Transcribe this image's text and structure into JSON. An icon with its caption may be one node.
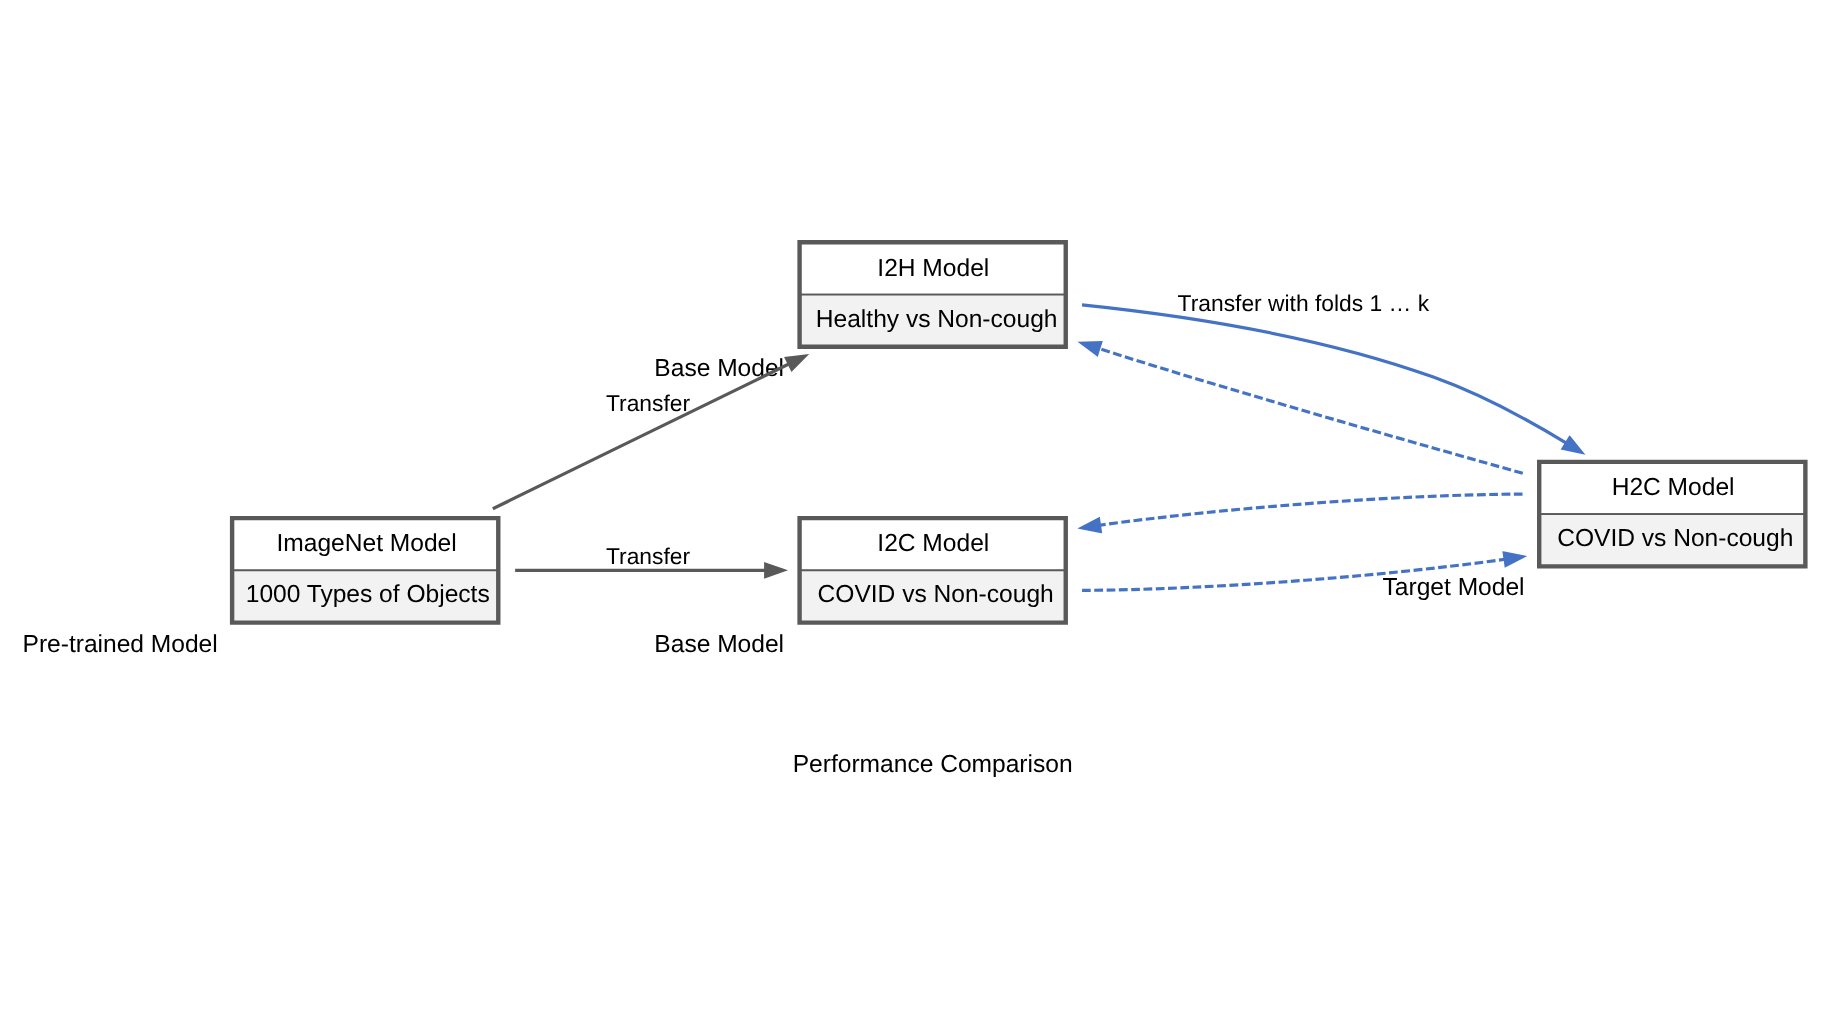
{
  "diagram": {
    "nodes": [
      {
        "text": [
          "ImageNet Model",
          "1000 Types of Objects"
        ],
        "beside": [
          "Pre-trained Model"
        ]
      },
      {
        "text": [
          "I2H Model",
          "Healthy vs Non-cough"
        ],
        "beside": [
          "Base Model"
        ]
      },
      {
        "text": [
          "H2C Model",
          "COVID vs Non-cough"
        ],
        "beside": [
          "Target Model"
        ]
      },
      {
        "text": [
          "I2C Model",
          "COVID vs Non-cough"
        ],
        "beside": [
          "Base Model"
        ]
      }
    ],
    "edges": [
      {
        "from": 0,
        "to": 1,
        "arrow": "to",
        "label": "Transfer",
        "color": "#595959"
      },
      {
        "from": 0,
        "to": 3,
        "arrow": "to",
        "label": "Transfer",
        "color": "#595959"
      },
      {
        "from": 1,
        "to": 2,
        "arrow": "to",
        "label": "Transfer with folds 1 … k",
        "color": "#4472c4"
      },
      {
        "from": 2,
        "to": 1,
        "arrow": "to",
        "style": "dashed",
        "color": "#4472c4"
      },
      {
        "from": 3,
        "to": 2,
        "arrow": "to",
        "style": "dashed",
        "color": "#4472c4"
      },
      {
        "from": 2,
        "to": 3,
        "arrow": "to",
        "style": "dashed",
        "color": "#4472c4"
      }
    ],
    "labels": [
      "Performance Comparison"
    ]
  }
}
